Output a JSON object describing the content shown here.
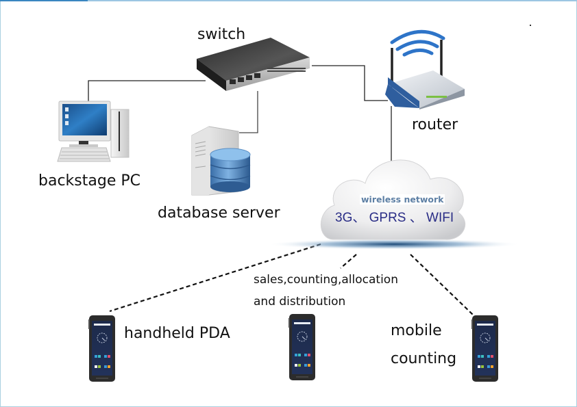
{
  "diagram": {
    "title": "",
    "nodes": {
      "switch": {
        "label": "switch",
        "icon": "network-switch-icon"
      },
      "router": {
        "label": "router",
        "icon": "wifi-router-icon"
      },
      "backstage_pc": {
        "label": "backstage PC",
        "icon": "desktop-computer-icon"
      },
      "database_server": {
        "label": "database server",
        "icon": "database-server-icon"
      },
      "cloud": {
        "title": "wireless network",
        "subtitle": "3G、 GPRS 、 WIFI",
        "icon": "cloud-icon"
      },
      "pda_left": {
        "label": "handheld PDA",
        "icon": "handheld-pda-icon"
      },
      "pda_center": {
        "label": "",
        "icon": "handheld-pda-icon"
      },
      "pda_right": {
        "label": "",
        "icon": "handheld-pda-icon"
      }
    },
    "annotations": {
      "center_line1": "sales,counting,allocation",
      "center_line2": "and distribution",
      "right_line1": "mobile",
      "right_line2": "counting"
    },
    "edges": [
      {
        "from": "backstage_pc",
        "to": "switch",
        "style": "solid"
      },
      {
        "from": "database_server",
        "to": "switch",
        "style": "solid"
      },
      {
        "from": "switch",
        "to": "router",
        "style": "solid"
      },
      {
        "from": "router",
        "to": "cloud",
        "style": "solid"
      },
      {
        "from": "cloud",
        "to": "pda_left",
        "style": "dashed"
      },
      {
        "from": "cloud",
        "to": "pda_center",
        "style": "dashed"
      },
      {
        "from": "cloud",
        "to": "pda_right",
        "style": "dashed"
      }
    ],
    "colors": {
      "cloud_subtitle": "#2a2d86",
      "cloud_title": "#5d7fa4",
      "router_body": "#2f5e9e",
      "wifi_waves": "#2e74c8",
      "database": "#4a86c6",
      "frame_border": "#a9cfe0"
    }
  }
}
